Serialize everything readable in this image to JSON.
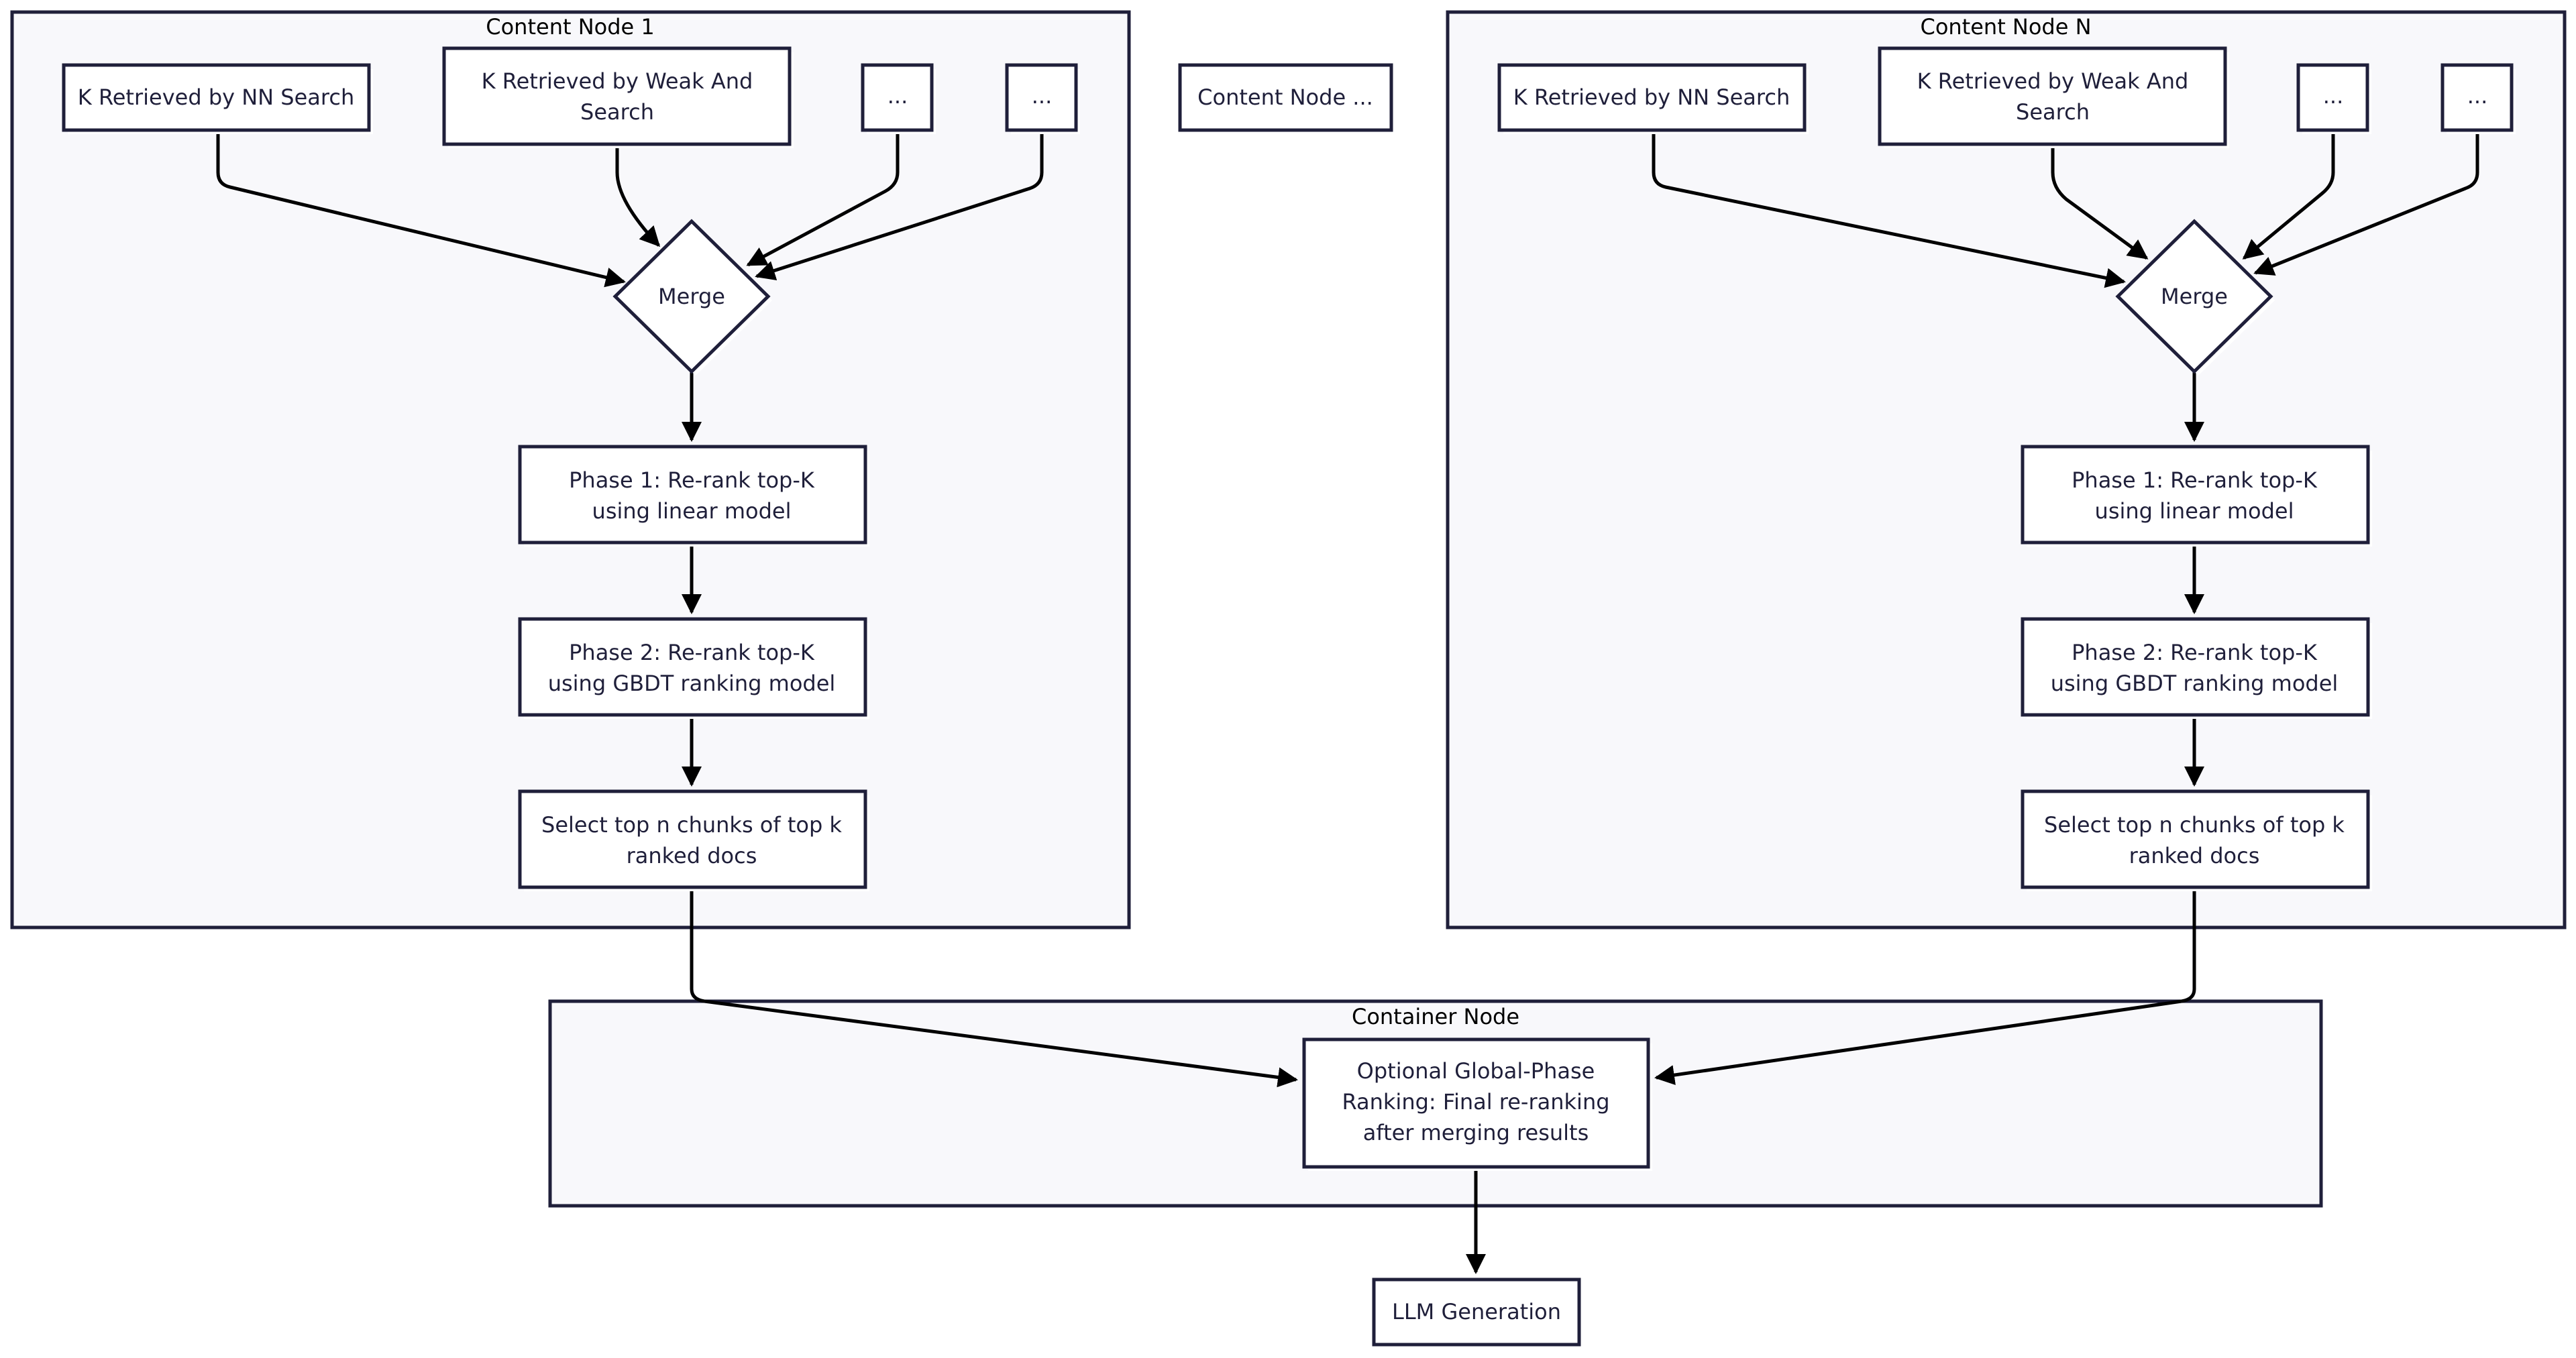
{
  "clusters": {
    "content_node_1": "Content Node 1",
    "content_node_n": "Content Node N",
    "container_node": "Container Node"
  },
  "nodes": {
    "c1_nn": "K Retrieved by NN Search",
    "c1_weak": [
      "K Retrieved by Weak And",
      "Search"
    ],
    "c1_dots1": "...",
    "c1_dots2": "...",
    "c1_merge": "Merge",
    "c1_phase1": [
      "Phase 1: Re-rank top-K",
      "using linear model"
    ],
    "c1_phase2": [
      "Phase 2: Re-rank top-K",
      "using GBDT ranking model"
    ],
    "c1_select": [
      "Select top n chunks of top k",
      "ranked docs"
    ],
    "content_node_mid": "Content Node ...",
    "cn_nn": "K Retrieved by NN Search",
    "cn_weak": [
      "K Retrieved by Weak And",
      "Search"
    ],
    "cn_dots1": "...",
    "cn_dots2": "...",
    "cn_merge": "Merge",
    "cn_phase1": [
      "Phase 1: Re-rank top-K",
      "using linear model"
    ],
    "cn_phase2": [
      "Phase 2: Re-rank top-K",
      "using GBDT ranking model"
    ],
    "cn_select": [
      "Select top n chunks of top k",
      "ranked docs"
    ],
    "global": [
      "Optional Global-Phase",
      "Ranking: Final re-ranking",
      "after merging results"
    ],
    "llm": "LLM Generation"
  }
}
